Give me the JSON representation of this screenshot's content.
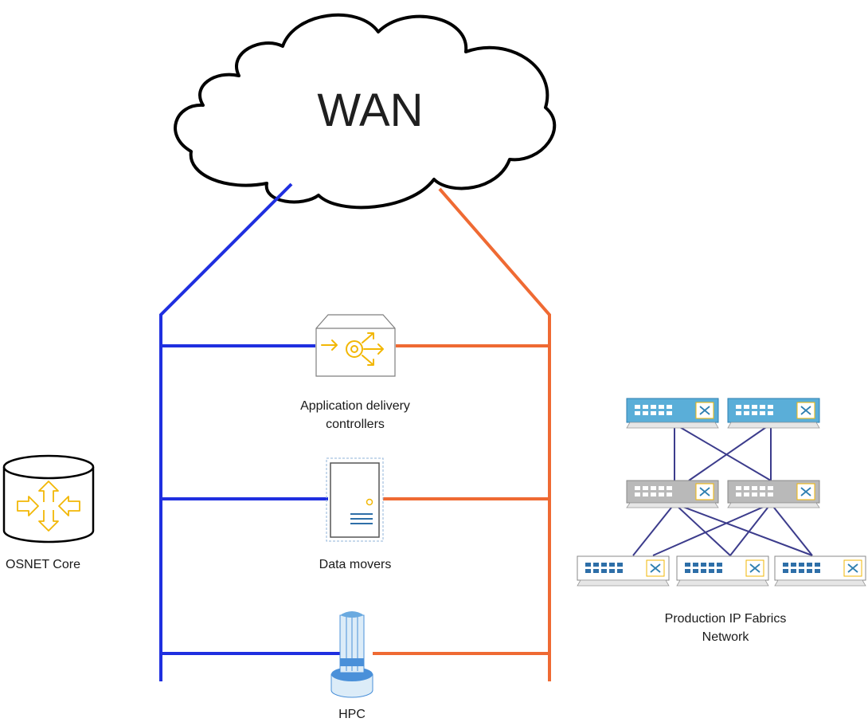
{
  "wan_label": "WAN",
  "nodes": {
    "adc": {
      "label_line1": "Application delivery",
      "label_line2": "controllers",
      "icon": "load-balancer-icon"
    },
    "data_movers": {
      "label": "Data movers",
      "icon": "server-icon"
    },
    "hpc": {
      "label": "HPC",
      "icon": "hpc-cluster-icon"
    },
    "osnet_core": {
      "label": "OSNET Core",
      "icon": "core-router-icon"
    },
    "fabrics": {
      "label_line1": "Production IP Fabrics",
      "label_line2": "Network",
      "icon": "switch-icon"
    }
  },
  "colors": {
    "blue_path": "#1f2fe0",
    "orange_path": "#ef6a33",
    "icon_yellow": "#f2b705",
    "switch_blue": "#5aaed8",
    "switch_gray": "#b9b9b9",
    "fabric_link": "#3c3c8c"
  }
}
